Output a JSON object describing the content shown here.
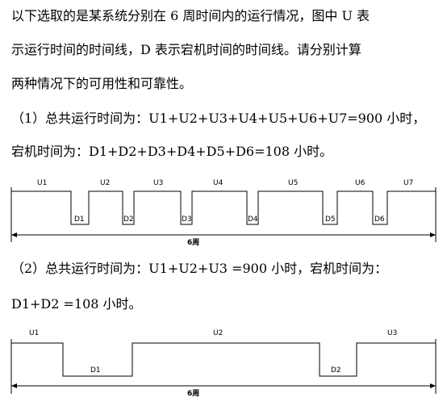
{
  "paragraph": {
    "line1": "以下选取的是某系统分别在 6 周时间内的运行情况，图中 U 表",
    "line2": "示运行时间的时间线，D 表示宕机时间的时间线。请分别计算",
    "line3": "两种情况下的可用性和可靠性。"
  },
  "case1": {
    "line1": "（1）总共运行时间为：U1+U2+U3+U4+U5+U6+U7=900 小时，",
    "line2": "宕机时间为：D1+D2+D3+D4+D5+D6=108 小时。",
    "diagram": {
      "up_labels": [
        "U1",
        "U2",
        "U3",
        "U4",
        "U5",
        "U6",
        "U7"
      ],
      "down_labels": [
        "D1",
        "D2",
        "D3",
        "D4",
        "D5",
        "D6"
      ],
      "span_label": "6周"
    }
  },
  "case2": {
    "line1": "（2）总共运行时间为：U1+U2+U3 =900  小时，宕机时间为：",
    "line2": "D1+D2 =108 小时。",
    "diagram": {
      "up_labels": [
        "U1",
        "U2",
        "U3"
      ],
      "down_labels": [
        "D1",
        "D2"
      ],
      "span_label": "6周"
    }
  }
}
